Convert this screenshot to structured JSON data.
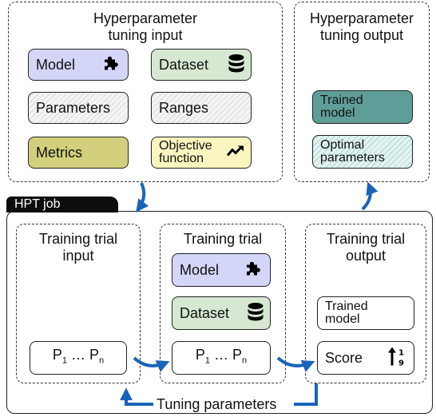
{
  "input_panel": {
    "title": "Hyperparameter\ntuning input",
    "model": "Model",
    "dataset": "Dataset",
    "parameters": "Parameters",
    "ranges": "Ranges",
    "metrics": "Metrics",
    "objective": "Objective\nfunction"
  },
  "output_panel": {
    "title": "Hyperparameter\ntuning output",
    "trained_model": "Trained\nmodel",
    "optimal_parameters": "Optimal\nparameters"
  },
  "job": {
    "tab": "HPT job",
    "trial_input": {
      "title": "Training trial\ninput",
      "p_first": "P",
      "p_first_sub": "1",
      "ellipsis": " … ",
      "p_last": "P",
      "p_last_sub": "n"
    },
    "trial": {
      "title": "Training trial",
      "model": "Model",
      "dataset": "Dataset",
      "p_first": "P",
      "p_first_sub": "1",
      "ellipsis": " … ",
      "p_last": "P",
      "p_last_sub": "n"
    },
    "trial_output": {
      "title": "Training trial\noutput",
      "trained_model": "Trained\nmodel",
      "score": "Score"
    },
    "tuning_parameters": "Tuning parameters"
  },
  "colors": {
    "model_fill": "#d4d6f7",
    "dataset_fill": "#d6e8d2",
    "metrics_fill": "#d2d07c",
    "objective_fill": "#fbf6c0",
    "trained_model_fill": "#5f9e98",
    "arrow": "#1a64b8"
  },
  "icons": {
    "model": "puzzle-piece-icon",
    "dataset": "database-icon",
    "objective": "trend-up-icon",
    "score": "sort-numeric-up-icon"
  }
}
